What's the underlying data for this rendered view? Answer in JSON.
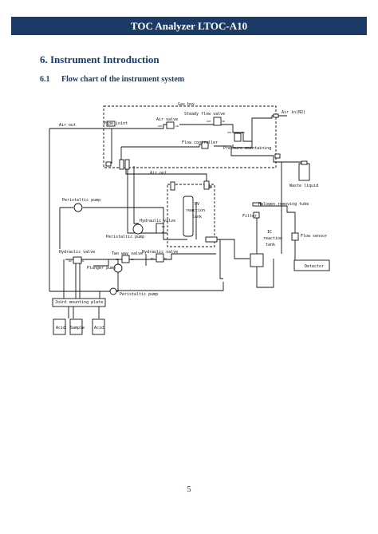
{
  "header": {
    "title": "TOC Analyzer LTOC-A10"
  },
  "section": {
    "number": "6.",
    "title": "Instrument Introduction"
  },
  "subsection": {
    "number": "6.1",
    "title": "Flow chart of the instrument system"
  },
  "diagram": {
    "labels": {
      "gas_box": "Gas box",
      "steady_flow_valve": "Steady flow valve",
      "air_valve": "Air valve",
      "pipe_joint": "Pipe joint",
      "air_out_top": "Air out",
      "air_in": "Air in(N2)",
      "flow_controller": "Flow controller",
      "pressure_maintaining": "Pressure maintaining",
      "waste_liquid": "Waste liquid",
      "air_out_mid": "Air out",
      "peristaltic_pump_1": "Peristaltic pump",
      "uv": "UV",
      "reaction_tank": "reaction",
      "tank": "tank",
      "halogen_tube": "Halogen removing tube",
      "filter": "Filter",
      "ic": "IC",
      "ic_reaction": "reaction",
      "ic_tank": "tank",
      "flow_sensor": "Flow sensor",
      "hydraulic_valve_1": "Hydraulic valve",
      "peristaltic_pump_2": "Peristaltic pump",
      "detector": "Detector",
      "hydraulic_valve_2": "Hydraulic valve",
      "two_way_valve": "Two way valve",
      "hydraulic_valve_3": "Hydraulic valve",
      "plunger_pump": "Plunger pump",
      "peristaltic_pump_3": "Peristaltic pump",
      "joint_mounting_plate": "Joint mounting plate",
      "acid_1": "Acid",
      "sample": "Sample",
      "acid_2": "Acid",
      "out_1": "OUT",
      "in_1": "IN",
      "out_2": "OUT",
      "in_2": "IN",
      "out_3": "OUT",
      "in_3": "IN",
      "no_1": "NO",
      "nc_1": "NC",
      "no_2": "NO",
      "nc_2": "NC",
      "no_3": "NO",
      "nc_3": "NC",
      "no_4": "NO",
      "nc_4": "NC"
    }
  },
  "footer": {
    "page_number": "5"
  }
}
